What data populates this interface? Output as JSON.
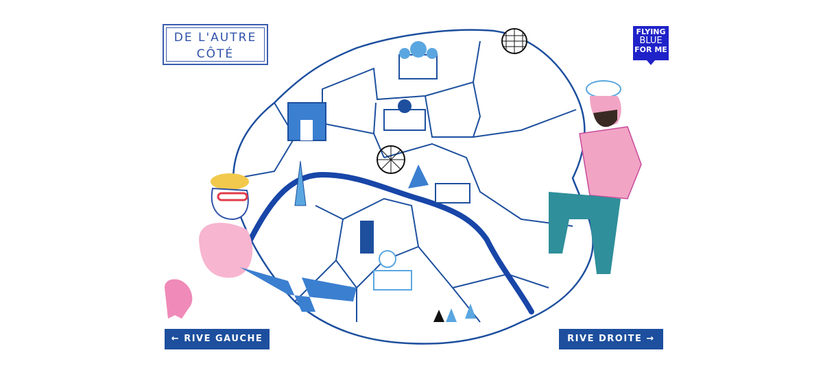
{
  "title": {
    "line1": "DE L'AUTRE",
    "line2": "CÔTÉ"
  },
  "logo": {
    "line1": "FLYING",
    "line2": "BLUE",
    "line3": "FOR ME"
  },
  "labels": {
    "left": "← RIVE GAUCHE",
    "right": "RIVE DROITE →"
  },
  "colors": {
    "map_line": "#1d4f9e",
    "river": "#1846a8",
    "label_bg": "#1d4f9e",
    "logo_bg": "#1f22c8",
    "pink": "#f2a4c4",
    "teal": "#2f8f9a",
    "light_blue": "#5aa6e0"
  }
}
